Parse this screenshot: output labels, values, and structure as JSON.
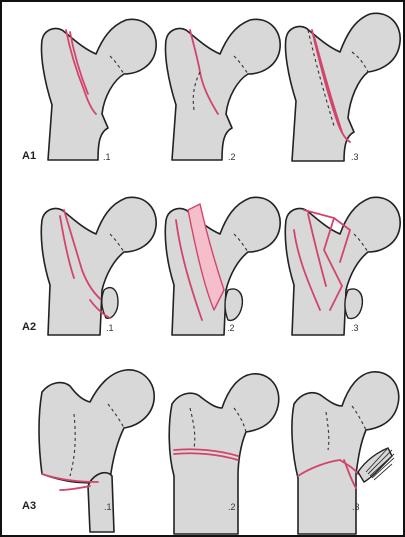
{
  "groups": [
    {
      "label": "A1",
      "subs": [
        ".1",
        ".2",
        ".3"
      ]
    },
    {
      "label": "A2",
      "subs": [
        ".1",
        ".2",
        ".3"
      ]
    },
    {
      "label": "A3",
      "subs": [
        ".1",
        ".2",
        ".3"
      ]
    }
  ],
  "colors": {
    "bone_fill": "#d8d8d8",
    "outline": "#222222",
    "fracture_line": "#d2456b",
    "fracture_fill": "#f4bfca",
    "frame_border": "#111111"
  }
}
